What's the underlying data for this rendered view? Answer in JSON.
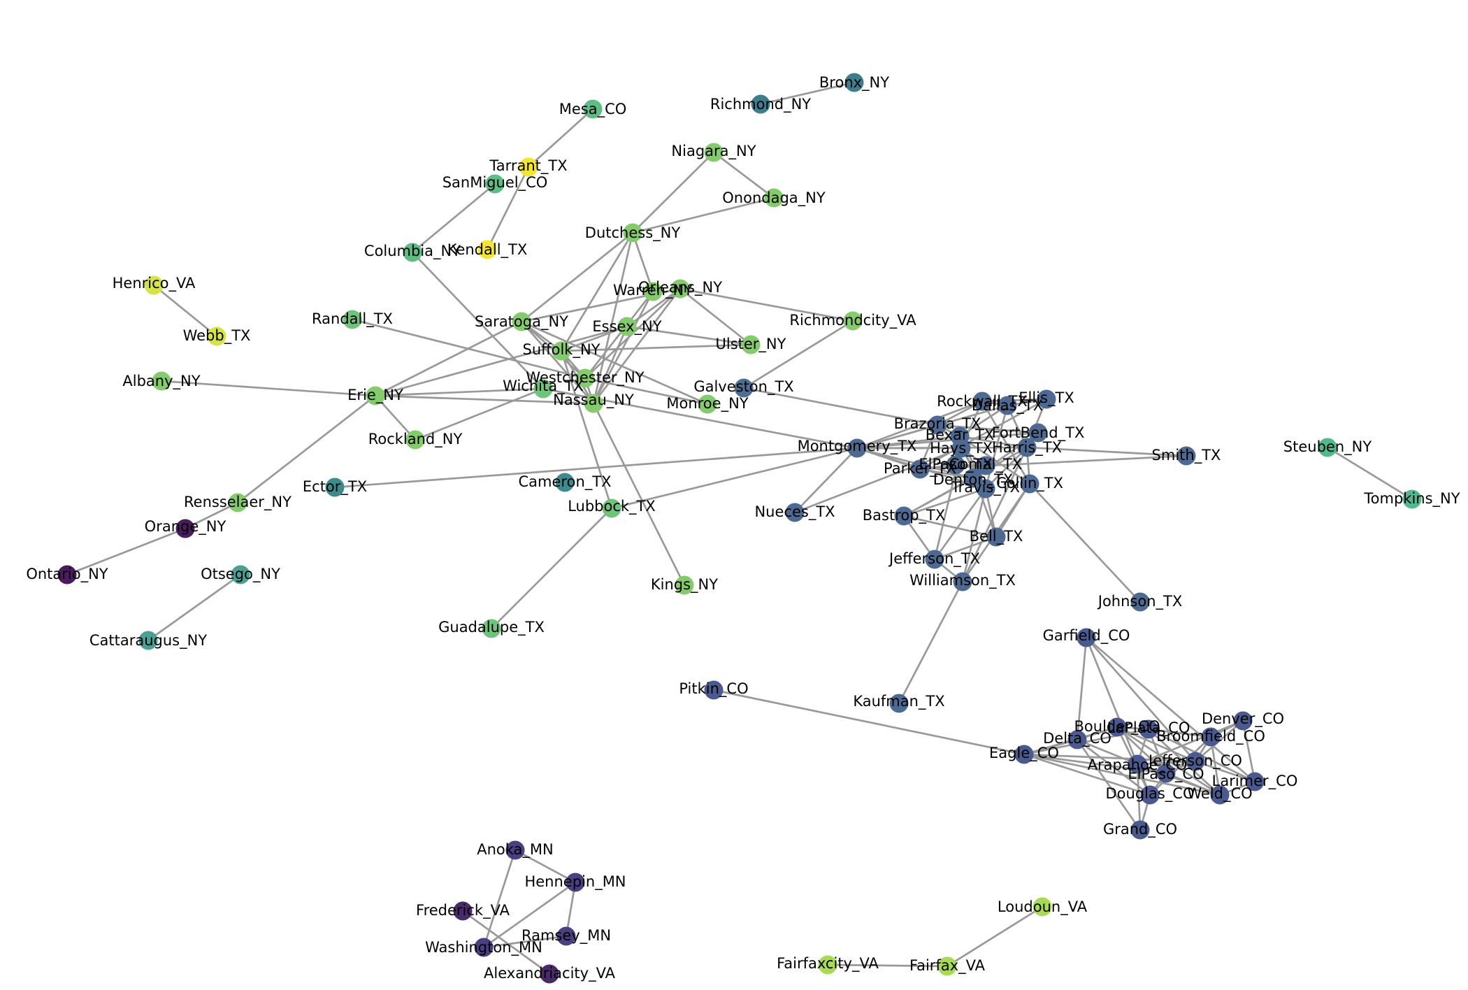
{
  "graph": {
    "nodes": [
      {
        "id": "Bronx_NY",
        "color": "#3f7c8e"
      },
      {
        "id": "Richmond_NY",
        "color": "#3f7c8e"
      },
      {
        "id": "Mesa_CO",
        "color": "#5fbd84"
      },
      {
        "id": "Tarrant_TX",
        "color": "#f2e533"
      },
      {
        "id": "SanMiguel_CO",
        "color": "#5fbd84"
      },
      {
        "id": "Kendall_TX",
        "color": "#f2e533"
      },
      {
        "id": "Columbia_NY",
        "color": "#5fbd84"
      },
      {
        "id": "Niagara_NY",
        "color": "#84cb6b"
      },
      {
        "id": "Onondaga_NY",
        "color": "#84cb6b"
      },
      {
        "id": "Dutchess_NY",
        "color": "#84cb6b"
      },
      {
        "id": "Henrico_VA",
        "color": "#d5e349"
      },
      {
        "id": "Webb_TX",
        "color": "#d5e349"
      },
      {
        "id": "Randall_TX",
        "color": "#6fc47b"
      },
      {
        "id": "Orleans_NY",
        "color": "#84cb6b"
      },
      {
        "id": "Warren_NY",
        "color": "#84cb6b"
      },
      {
        "id": "Saratoga_NY",
        "color": "#84cb6b"
      },
      {
        "id": "Essex_NY",
        "color": "#84cb6b"
      },
      {
        "id": "Richmondcity_VA",
        "color": "#84cb6b"
      },
      {
        "id": "Ulster_NY",
        "color": "#84cb6b"
      },
      {
        "id": "Suffolk_NY",
        "color": "#84cb6b"
      },
      {
        "id": "Albany_NY",
        "color": "#84cb6b"
      },
      {
        "id": "Erie_NY",
        "color": "#84cb6b"
      },
      {
        "id": "Wichita_TX",
        "color": "#6fc47b"
      },
      {
        "id": "Westchester_NY",
        "color": "#84cb6b"
      },
      {
        "id": "Nassau_NY",
        "color": "#84cb6b"
      },
      {
        "id": "Monroe_NY",
        "color": "#84cb6b"
      },
      {
        "id": "Galveston_TX",
        "color": "#4f6e92"
      },
      {
        "id": "Rockland_NY",
        "color": "#84cb6b"
      },
      {
        "id": "Ector_TX",
        "color": "#3f8a8c"
      },
      {
        "id": "Cameron_TX",
        "color": "#3f8a8c"
      },
      {
        "id": "Rensselaer_NY",
        "color": "#84cb6b"
      },
      {
        "id": "Lubbock_TX",
        "color": "#6fc47b"
      },
      {
        "id": "Orange_NY",
        "color": "#4a1c5e"
      },
      {
        "id": "Ontario_NY",
        "color": "#4a1c5e"
      },
      {
        "id": "Otsego_NY",
        "color": "#4aa094"
      },
      {
        "id": "Cattaraugus_NY",
        "color": "#4aa094"
      },
      {
        "id": "Kings_NY",
        "color": "#84cb6b"
      },
      {
        "id": "Guadalupe_TX",
        "color": "#6fc47b"
      },
      {
        "id": "Rockwall_TX",
        "color": "#4f6a92"
      },
      {
        "id": "Ellis_TX",
        "color": "#4f6a92"
      },
      {
        "id": "Dallas_TX",
        "color": "#4f6a92"
      },
      {
        "id": "Brazoria_TX",
        "color": "#4f6a92"
      },
      {
        "id": "Bexar_TX",
        "color": "#4f6a92"
      },
      {
        "id": "FortBend_TX",
        "color": "#4f6a92"
      },
      {
        "id": "Montgomery_TX",
        "color": "#4f6a92"
      },
      {
        "id": "Hays_TX",
        "color": "#4f6a92"
      },
      {
        "id": "Harris_TX",
        "color": "#4f6a92"
      },
      {
        "id": "Smith_TX",
        "color": "#4f6a92"
      },
      {
        "id": "Parker_TX",
        "color": "#4f6a92"
      },
      {
        "id": "ElPaso_TX",
        "color": "#4f6a92"
      },
      {
        "id": "Comal_TX",
        "color": "#4f6a92"
      },
      {
        "id": "Denton_TX",
        "color": "#4f6a92"
      },
      {
        "id": "Travis_TX",
        "color": "#4f6a92"
      },
      {
        "id": "Collin_TX",
        "color": "#4f6a92"
      },
      {
        "id": "Nueces_TX",
        "color": "#4f6a92"
      },
      {
        "id": "Bastrop_TX",
        "color": "#4f6a92"
      },
      {
        "id": "Bell_TX",
        "color": "#4f6a92"
      },
      {
        "id": "Jefferson_TX",
        "color": "#4f6a92"
      },
      {
        "id": "Williamson_TX",
        "color": "#4f6a92"
      },
      {
        "id": "Johnson_TX",
        "color": "#4f6a92"
      },
      {
        "id": "Steuben_NY",
        "color": "#52b890"
      },
      {
        "id": "Tompkins_NY",
        "color": "#52b890"
      },
      {
        "id": "Garfield_CO",
        "color": "#4b5a8e"
      },
      {
        "id": "Pitkin_CO",
        "color": "#4b5a8e"
      },
      {
        "id": "Kaufman_TX",
        "color": "#4f6a92"
      },
      {
        "id": "Denver_CO",
        "color": "#4b5a8e"
      },
      {
        "id": "Boulder_CO",
        "color": "#4b5a8e"
      },
      {
        "id": "LaPlata_CO",
        "color": "#4b5a8e"
      },
      {
        "id": "Delta_CO",
        "color": "#4b5a8e"
      },
      {
        "id": "Broomfield_CO",
        "color": "#4b5a8e"
      },
      {
        "id": "Eagle_CO",
        "color": "#4b5a8e"
      },
      {
        "id": "Jefferson_CO",
        "color": "#4b5a8e"
      },
      {
        "id": "Arapahoe_CO",
        "color": "#4b5a8e"
      },
      {
        "id": "ElPaso_CO",
        "color": "#4b5a8e"
      },
      {
        "id": "Larimer_CO",
        "color": "#4b5a8e"
      },
      {
        "id": "Douglas_CO",
        "color": "#4b5a8e"
      },
      {
        "id": "Weld_CO",
        "color": "#4b5a8e"
      },
      {
        "id": "Grand_CO",
        "color": "#4b5a8e"
      },
      {
        "id": "Anoka_MN",
        "color": "#4b3f82"
      },
      {
        "id": "Hennepin_MN",
        "color": "#4b3f82"
      },
      {
        "id": "Frederick_VA",
        "color": "#4a2a6a"
      },
      {
        "id": "Ramsey_MN",
        "color": "#4b3f82"
      },
      {
        "id": "Washington_MN",
        "color": "#4b3f82"
      },
      {
        "id": "Alexandriacity_VA",
        "color": "#4a2a6a"
      },
      {
        "id": "Loudoun_VA",
        "color": "#a8db55"
      },
      {
        "id": "Fairfaxcity_VA",
        "color": "#a8db55"
      },
      {
        "id": "Fairfax_VA",
        "color": "#a8db55"
      }
    ],
    "edges": [
      [
        "Richmond_NY",
        "Bronx_NY"
      ],
      [
        "Mesa_CO",
        "Tarrant_TX"
      ],
      [
        "Tarrant_TX",
        "Kendall_TX"
      ],
      [
        "SanMiguel_CO",
        "Columbia_NY"
      ],
      [
        "Columbia_NY",
        "Wichita_TX"
      ],
      [
        "Niagara_NY",
        "Dutchess_NY"
      ],
      [
        "Niagara_NY",
        "Onondaga_NY"
      ],
      [
        "Onondaga_NY",
        "Dutchess_NY"
      ],
      [
        "Henrico_VA",
        "Webb_TX"
      ],
      [
        "Randall_TX",
        "Westchester_NY"
      ],
      [
        "Dutchess_NY",
        "Saratoga_NY"
      ],
      [
        "Dutchess_NY",
        "Suffolk_NY"
      ],
      [
        "Dutchess_NY",
        "Warren_NY"
      ],
      [
        "Dutchess_NY",
        "Nassau_NY"
      ],
      [
        "Orleans_NY",
        "Essex_NY"
      ],
      [
        "Orleans_NY",
        "Richmondcity_VA"
      ],
      [
        "Orleans_NY",
        "Ulster_NY"
      ],
      [
        "Orleans_NY",
        "Westchester_NY"
      ],
      [
        "Orleans_NY",
        "Nassau_NY"
      ],
      [
        "Orleans_NY",
        "Saratoga_NY"
      ],
      [
        "Warren_NY",
        "Westchester_NY"
      ],
      [
        "Warren_NY",
        "Nassau_NY"
      ],
      [
        "Saratoga_NY",
        "Erie_NY"
      ],
      [
        "Saratoga_NY",
        "Suffolk_NY"
      ],
      [
        "Saratoga_NY",
        "Westchester_NY"
      ],
      [
        "Saratoga_NY",
        "Nassau_NY"
      ],
      [
        "Saratoga_NY",
        "Monroe_NY"
      ],
      [
        "Essex_NY",
        "Ulster_NY"
      ],
      [
        "Essex_NY",
        "Nassau_NY"
      ],
      [
        "Essex_NY",
        "Suffolk_NY"
      ],
      [
        "Essex_NY",
        "Erie_NY"
      ],
      [
        "Ulster_NY",
        "Suffolk_NY"
      ],
      [
        "Suffolk_NY",
        "Westchester_NY"
      ],
      [
        "Suffolk_NY",
        "Nassau_NY"
      ],
      [
        "Suffolk_NY",
        "Lubbock_TX"
      ],
      [
        "Albany_NY",
        "Erie_NY"
      ],
      [
        "Erie_NY",
        "Rockland_NY"
      ],
      [
        "Erie_NY",
        "Rensselaer_NY"
      ],
      [
        "Erie_NY",
        "Wichita_TX"
      ],
      [
        "Erie_NY",
        "Nassau_NY"
      ],
      [
        "Wichita_TX",
        "Montgomery_TX"
      ],
      [
        "Wichita_TX",
        "Rockland_NY"
      ],
      [
        "Westchester_NY",
        "Nassau_NY"
      ],
      [
        "Westchester_NY",
        "Monroe_NY"
      ],
      [
        "Nassau_NY",
        "Kings_NY"
      ],
      [
        "Galveston_TX",
        "Richmondcity_VA"
      ],
      [
        "Galveston_TX",
        "Brazoria_TX"
      ],
      [
        "Ector_TX",
        "Montgomery_TX"
      ],
      [
        "Lubbock_TX",
        "Montgomery_TX"
      ],
      [
        "Lubbock_TX",
        "Guadalupe_TX"
      ],
      [
        "Rensselaer_NY",
        "Orange_NY"
      ],
      [
        "Orange_NY",
        "Ontario_NY"
      ],
      [
        "Otsego_NY",
        "Cattaraugus_NY"
      ],
      [
        "Montgomery_TX",
        "Rockwall_TX"
      ],
      [
        "Montgomery_TX",
        "Brazoria_TX"
      ],
      [
        "Montgomery_TX",
        "Bexar_TX"
      ],
      [
        "Montgomery_TX",
        "Hays_TX"
      ],
      [
        "Montgomery_TX",
        "Harris_TX"
      ],
      [
        "Montgomery_TX",
        "Parker_TX"
      ],
      [
        "Montgomery_TX",
        "Travis_TX"
      ],
      [
        "Montgomery_TX",
        "Nueces_TX"
      ],
      [
        "Montgomery_TX",
        "Dallas_TX"
      ],
      [
        "Montgomery_TX",
        "FortBend_TX"
      ],
      [
        "Montgomery_TX",
        "Denton_TX"
      ],
      [
        "Nueces_TX",
        "Hays_TX"
      ],
      [
        "Rockwall_TX",
        "Ellis_TX"
      ],
      [
        "Rockwall_TX",
        "Dallas_TX"
      ],
      [
        "Rockwall_TX",
        "Hays_TX"
      ],
      [
        "Rockwall_TX",
        "Collin_TX"
      ],
      [
        "Rockwall_TX",
        "Brazoria_TX"
      ],
      [
        "Ellis_TX",
        "Dallas_TX"
      ],
      [
        "Ellis_TX",
        "Harris_TX"
      ],
      [
        "Ellis_TX",
        "Parker_TX"
      ],
      [
        "Dallas_TX",
        "Bexar_TX"
      ],
      [
        "Dallas_TX",
        "Harris_TX"
      ],
      [
        "Dallas_TX",
        "Travis_TX"
      ],
      [
        "Brazoria_TX",
        "Bexar_TX"
      ],
      [
        "Brazoria_TX",
        "Hays_TX"
      ],
      [
        "Brazoria_TX",
        "FortBend_TX"
      ],
      [
        "Brazoria_TX",
        "Parker_TX"
      ],
      [
        "Bexar_TX",
        "Harris_TX"
      ],
      [
        "Bexar_TX",
        "Travis_TX"
      ],
      [
        "Bexar_TX",
        "Collin_TX"
      ],
      [
        "Bexar_TX",
        "Bell_TX"
      ],
      [
        "FortBend_TX",
        "Harris_TX"
      ],
      [
        "FortBend_TX",
        "Denton_TX"
      ],
      [
        "Hays_TX",
        "Travis_TX"
      ],
      [
        "Hays_TX",
        "Comal_TX"
      ],
      [
        "Harris_TX",
        "Smith_TX"
      ],
      [
        "Harris_TX",
        "Collin_TX"
      ],
      [
        "Harris_TX",
        "Travis_TX"
      ],
      [
        "Harris_TX",
        "Bastrop_TX"
      ],
      [
        "Parker_TX",
        "ElPaso_TX"
      ],
      [
        "Parker_TX",
        "Denton_TX"
      ],
      [
        "Parker_TX",
        "Smith_TX"
      ],
      [
        "ElPaso_TX",
        "Comal_TX"
      ],
      [
        "Denton_TX",
        "Travis_TX"
      ],
      [
        "Denton_TX",
        "Bastrop_TX"
      ],
      [
        "Travis_TX",
        "Bell_TX"
      ],
      [
        "Travis_TX",
        "Jefferson_TX"
      ],
      [
        "Travis_TX",
        "Williamson_TX"
      ],
      [
        "Collin_TX",
        "Johnson_TX"
      ],
      [
        "Collin_TX",
        "Bell_TX"
      ],
      [
        "Collin_TX",
        "Williamson_TX"
      ],
      [
        "Bastrop_TX",
        "Bell_TX"
      ],
      [
        "Bastrop_TX",
        "Jefferson_TX"
      ],
      [
        "Bastrop_TX",
        "Travis_TX"
      ],
      [
        "Bell_TX",
        "Jefferson_TX"
      ],
      [
        "Jefferson_TX",
        "Williamson_TX"
      ],
      [
        "Williamson_TX",
        "Kaufman_TX"
      ],
      [
        "Jefferson_TX",
        "Hays_TX"
      ],
      [
        "Williamson_TX",
        "Harris_TX"
      ],
      [
        "Steuben_NY",
        "Tompkins_NY"
      ],
      [
        "Pitkin_CO",
        "Eagle_CO"
      ],
      [
        "Garfield_CO",
        "Delta_CO"
      ],
      [
        "Garfield_CO",
        "Arapahoe_CO"
      ],
      [
        "Garfield_CO",
        "Larimer_CO"
      ],
      [
        "Garfield_CO",
        "Jefferson_CO"
      ],
      [
        "Eagle_CO",
        "Delta_CO"
      ],
      [
        "Eagle_CO",
        "Boulder_CO"
      ],
      [
        "Eagle_CO",
        "ElPaso_CO"
      ],
      [
        "Eagle_CO",
        "Douglas_CO"
      ],
      [
        "Eagle_CO",
        "Weld_CO"
      ],
      [
        "Eagle_CO",
        "Jefferson_CO"
      ],
      [
        "Eagle_CO",
        "LaPlata_CO"
      ],
      [
        "Denver_CO",
        "Larimer_CO"
      ],
      [
        "Denver_CO",
        "Jefferson_CO"
      ],
      [
        "Denver_CO",
        "Broomfield_CO"
      ],
      [
        "Denver_CO",
        "Arapahoe_CO"
      ],
      [
        "Boulder_CO",
        "Delta_CO"
      ],
      [
        "Boulder_CO",
        "LaPlata_CO"
      ],
      [
        "Boulder_CO",
        "Jefferson_CO"
      ],
      [
        "Boulder_CO",
        "Douglas_CO"
      ],
      [
        "Boulder_CO",
        "Weld_CO"
      ],
      [
        "Boulder_CO",
        "ElPaso_CO"
      ],
      [
        "LaPlata_CO",
        "Broomfield_CO"
      ],
      [
        "LaPlata_CO",
        "Arapahoe_CO"
      ],
      [
        "LaPlata_CO",
        "Larimer_CO"
      ],
      [
        "LaPlata_CO",
        "ElPaso_CO"
      ],
      [
        "LaPlata_CO",
        "Weld_CO"
      ],
      [
        "Delta_CO",
        "Arapahoe_CO"
      ],
      [
        "Delta_CO",
        "Grand_CO"
      ],
      [
        "Delta_CO",
        "Douglas_CO"
      ],
      [
        "Broomfield_CO",
        "Jefferson_CO"
      ],
      [
        "Broomfield_CO",
        "Weld_CO"
      ],
      [
        "Broomfield_CO",
        "Douglas_CO"
      ],
      [
        "Jefferson_CO",
        "ElPaso_CO"
      ],
      [
        "Jefferson_CO",
        "Larimer_CO"
      ],
      [
        "Jefferson_CO",
        "Arapahoe_CO"
      ],
      [
        "Arapahoe_CO",
        "ElPaso_CO"
      ],
      [
        "Arapahoe_CO",
        "Douglas_CO"
      ],
      [
        "Arapahoe_CO",
        "Weld_CO"
      ],
      [
        "ElPaso_CO",
        "Douglas_CO"
      ],
      [
        "ElPaso_CO",
        "Weld_CO"
      ],
      [
        "Douglas_CO",
        "Grand_CO"
      ],
      [
        "Larimer_CO",
        "Weld_CO"
      ],
      [
        "Grand_CO",
        "Arapahoe_CO"
      ],
      [
        "Anoka_MN",
        "Hennepin_MN"
      ],
      [
        "Anoka_MN",
        "Washington_MN"
      ],
      [
        "Hennepin_MN",
        "Ramsey_MN"
      ],
      [
        "Hennepin_MN",
        "Washington_MN"
      ],
      [
        "Frederick_VA",
        "Alexandriacity_VA"
      ],
      [
        "Ramsey_MN",
        "Washington_MN"
      ],
      [
        "Loudoun_VA",
        "Fairfax_VA"
      ],
      [
        "Fairfaxcity_VA",
        "Fairfax_VA"
      ]
    ]
  }
}
